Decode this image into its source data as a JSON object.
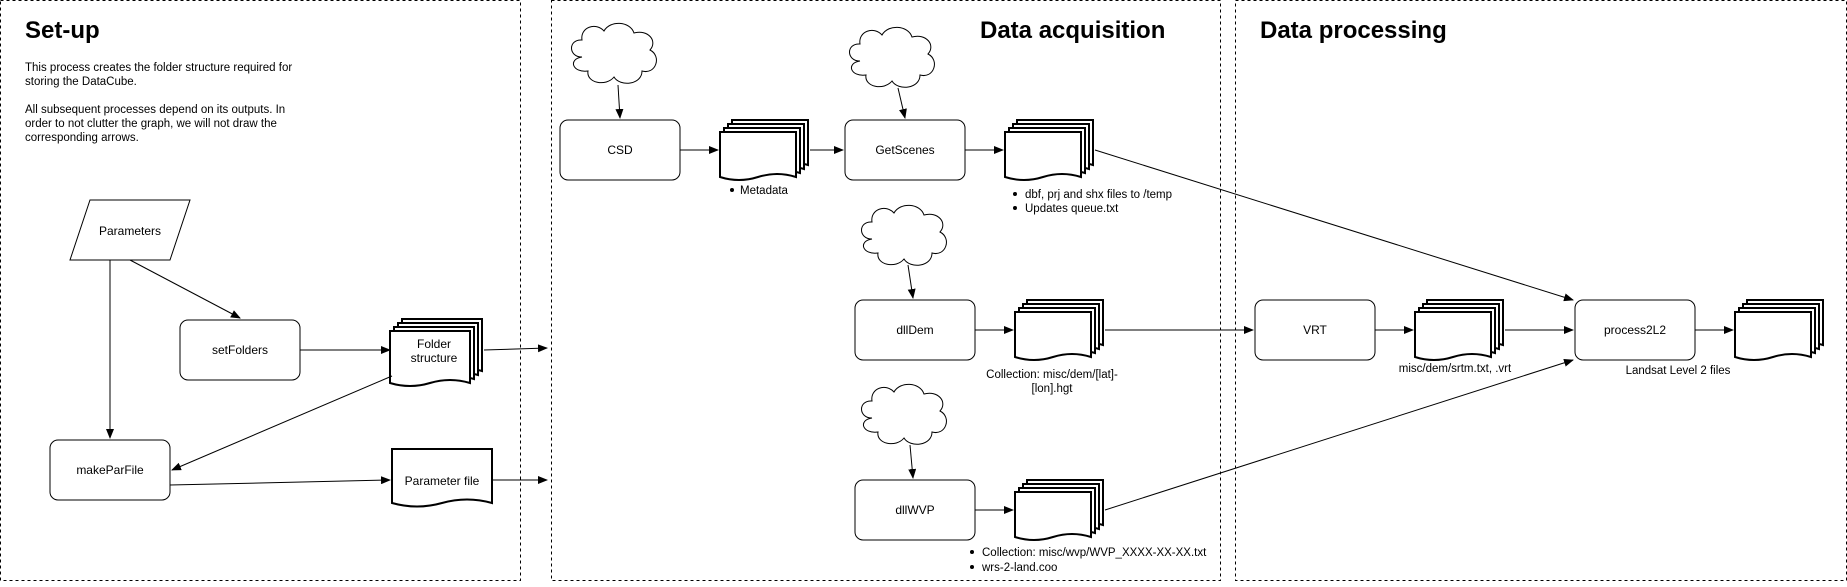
{
  "sections": {
    "setup": {
      "title": "Set-up",
      "description": [
        "This process creates the folder structure required for",
        "storing the DataCube.",
        "",
        "All subsequent processes depend on its outputs. In",
        "order to not clutter the graph, we will not draw the",
        "corresponding arrows."
      ]
    },
    "acquisition": {
      "title": "Data acquisition"
    },
    "processing": {
      "title": "Data processing"
    }
  },
  "nodes": {
    "parameters": "Parameters",
    "setFolders": "setFolders",
    "folderStructure": [
      "Folder",
      "structure"
    ],
    "makeParFile": "makeParFile",
    "parameterFile": "Parameter file",
    "csd": "CSD",
    "getScenes": "GetScenes",
    "dllDem": "dllDem",
    "dllWVP": "dllWVP",
    "vrt": "VRT",
    "process2L2": "process2L2"
  },
  "captions": {
    "metadata": [
      "Metadata"
    ],
    "scenesOutputs": [
      "dbf, prj and shx files to /temp",
      "Updates queue.txt"
    ],
    "demCollection": [
      "Collection: misc/dem/[lat]-",
      "[lon].hgt"
    ],
    "wvpOutputs": [
      "Collection: misc/wvp/WVP_XXXX-XX-XX.txt",
      "wrs-2-land.coo"
    ],
    "vrtOutput": "misc/dem/srtm.txt, .vrt",
    "level2Output": "Landsat Level 2 files"
  }
}
